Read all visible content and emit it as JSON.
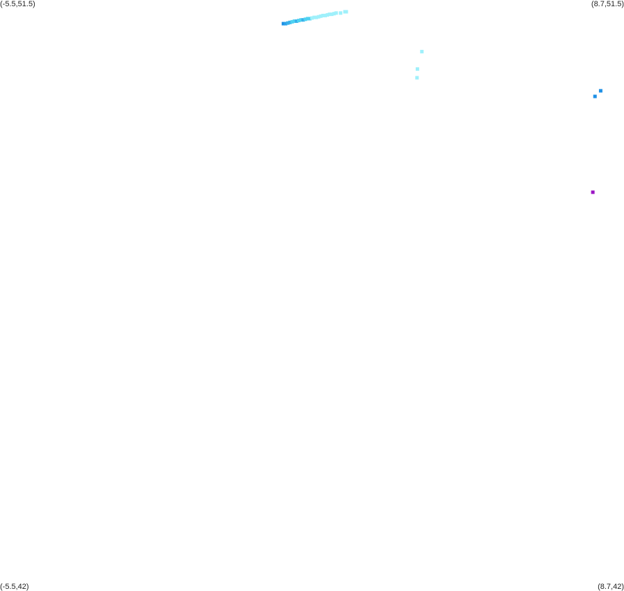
{
  "map": {
    "corners": {
      "top_left": "(-5.5,51.5)",
      "top_right": "(8.7,51.5)",
      "bottom_left": "(-5.5,42)",
      "bottom_right": "(8.7,42)"
    },
    "bounds": {
      "lon_min": -5.5,
      "lon_max": 8.7,
      "lat_min": 42,
      "lat_max": 51.5
    },
    "colors": {
      "light_cyan": "#9ff0fb",
      "cyan": "#4fd2f2",
      "medium_blue": "#39b0ea",
      "blue": "#1e90e6",
      "purple": "#9b15c4"
    },
    "points": [
      {
        "lon": 0.95,
        "lat": 51.12,
        "color": "#1e90e6"
      },
      {
        "lon": 1.0,
        "lat": 51.12,
        "color": "#2aa0ea"
      },
      {
        "lon": 1.05,
        "lat": 51.13,
        "color": "#39b0ea"
      },
      {
        "lon": 1.1,
        "lat": 51.14,
        "color": "#39b0ea"
      },
      {
        "lon": 1.15,
        "lat": 51.15,
        "color": "#4fd2f2"
      },
      {
        "lon": 1.2,
        "lat": 51.16,
        "color": "#4fd2f2"
      },
      {
        "lon": 1.25,
        "lat": 51.16,
        "color": "#39b0ea"
      },
      {
        "lon": 1.3,
        "lat": 51.17,
        "color": "#4fd2f2"
      },
      {
        "lon": 1.35,
        "lat": 51.18,
        "color": "#4fd2f2"
      },
      {
        "lon": 1.4,
        "lat": 51.18,
        "color": "#39b0ea"
      },
      {
        "lon": 1.45,
        "lat": 51.19,
        "color": "#4fd2f2"
      },
      {
        "lon": 1.5,
        "lat": 51.2,
        "color": "#4fd2f2"
      },
      {
        "lon": 1.55,
        "lat": 51.2,
        "color": "#4fd2f2"
      },
      {
        "lon": 1.6,
        "lat": 51.21,
        "color": "#9ff0fb"
      },
      {
        "lon": 1.65,
        "lat": 51.22,
        "color": "#9ff0fb"
      },
      {
        "lon": 1.7,
        "lat": 51.22,
        "color": "#9ff0fb"
      },
      {
        "lon": 1.75,
        "lat": 51.23,
        "color": "#9ff0fb"
      },
      {
        "lon": 1.8,
        "lat": 51.24,
        "color": "#9ff0fb"
      },
      {
        "lon": 1.85,
        "lat": 51.25,
        "color": "#9ff0fb"
      },
      {
        "lon": 1.9,
        "lat": 51.25,
        "color": "#9ff0fb"
      },
      {
        "lon": 1.95,
        "lat": 51.26,
        "color": "#9ff0fb"
      },
      {
        "lon": 2.0,
        "lat": 51.27,
        "color": "#9ff0fb"
      },
      {
        "lon": 2.05,
        "lat": 51.27,
        "color": "#9ff0fb"
      },
      {
        "lon": 2.1,
        "lat": 51.28,
        "color": "#9ff0fb"
      },
      {
        "lon": 2.15,
        "lat": 51.29,
        "color": "#9ff0fb"
      },
      {
        "lon": 2.25,
        "lat": 51.29,
        "color": "#9ff0fb"
      },
      {
        "lon": 2.35,
        "lat": 51.31,
        "color": "#9ff0fb"
      },
      {
        "lon": 2.38,
        "lat": 51.31,
        "color": "#9ff0fb"
      },
      {
        "lon": 4.1,
        "lat": 50.67,
        "color": "#9ff0fb"
      },
      {
        "lon": 4.0,
        "lat": 50.39,
        "color": "#9ff0fb"
      },
      {
        "lon": 3.99,
        "lat": 50.25,
        "color": "#9ff0fb"
      },
      {
        "lon": 8.17,
        "lat": 50.04,
        "color": "#1e90e6"
      },
      {
        "lon": 8.04,
        "lat": 49.95,
        "color": "#1e90e6"
      },
      {
        "lon": 7.99,
        "lat": 48.41,
        "color": "#9b15c4"
      }
    ]
  }
}
